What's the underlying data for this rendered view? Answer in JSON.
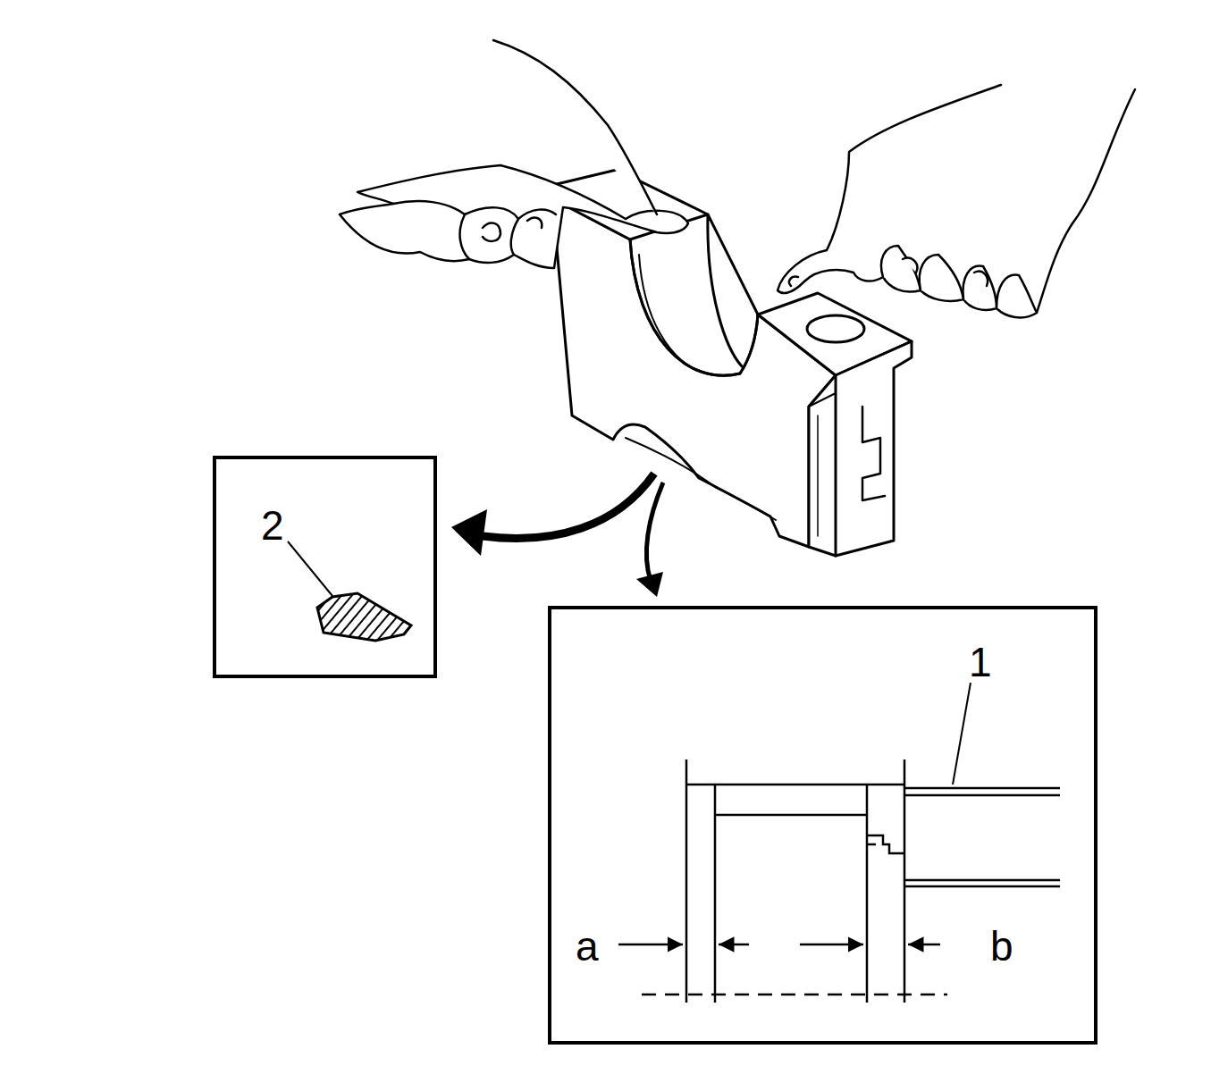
{
  "diagram": {
    "labels": [
      "2",
      "1",
      "a",
      "b"
    ]
  }
}
